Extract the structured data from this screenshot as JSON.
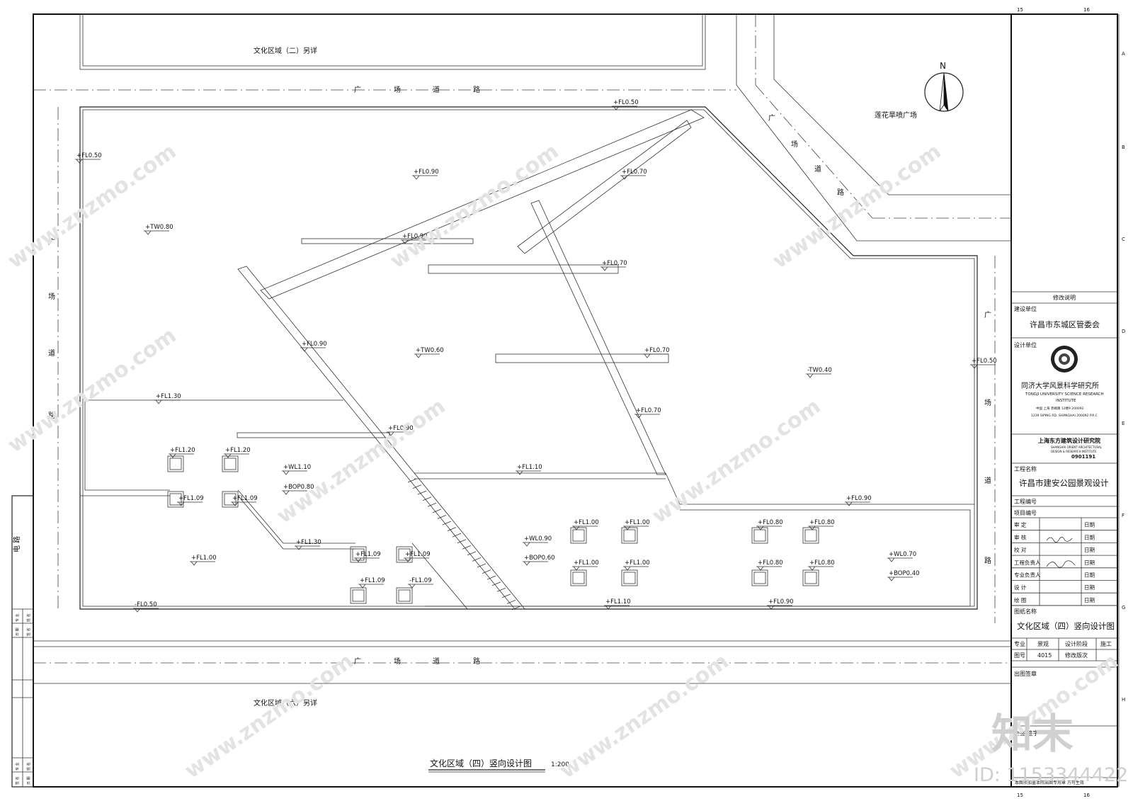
{
  "drawing": {
    "title": "文化区域（四）竖向设计图",
    "scale": "1:200",
    "north": "N"
  },
  "areas": {
    "top": "文化区域（二）另详",
    "bottom": "文化区域（六）另详",
    "lotus": "莲花旱喷广场"
  },
  "roads": {
    "top": [
      "广",
      "场",
      "道",
      "路"
    ],
    "bottom": [
      "广",
      "场",
      "道",
      "路"
    ],
    "left": [
      "广",
      "场",
      "道",
      "路"
    ],
    "right": [
      "广",
      "场",
      "道",
      "路"
    ],
    "diag": [
      "广",
      "场",
      "道",
      "路"
    ]
  },
  "elevations": [
    "+FL0.50",
    "+FL0.50",
    "+FL0.90",
    "+FL0.70",
    "+TW0.80",
    "+FL0.90",
    "+FL0.70",
    "+FL0.90",
    "+TW0.60",
    "+FL0.70",
    "-TW0.40",
    "+FL0.50",
    "+FL1.30",
    "+FL0.70",
    "+FL0.90",
    "+FL1.20",
    "+FL1.20",
    "+WL1.10",
    "+FL1.10",
    "+BOP0.80",
    "+FL1.09",
    "+FL1.09",
    "+FL0.90",
    "+FL1.30",
    "+FL1.09",
    "+FL1.09",
    "+FL1.00",
    "+FL1.00",
    "+FL0.80",
    "+FL0.80",
    "+WL0.90",
    "+BOP0.60",
    "+FL1.00",
    "+FL1.00",
    "+FL0.80",
    "+FL0.80",
    "+WL0.70",
    "+BOP0.40",
    "+FL1.09",
    "-FL1.09",
    "+FL1.00",
    "-FL0.50",
    "+FL1.10",
    "+FL0.90"
  ],
  "title_block": {
    "revision": "修改说明",
    "owner_label": "建设单位",
    "owner": "许昌市东城区管委会",
    "designer_label": "设计单位",
    "institute_cn": "同济大学风景科学研究所",
    "institute_en1": "TONGJI UNIVERSITY SCIENCE RESEARCH",
    "institute_en2": "INSTITUTE",
    "institute_addr1": "中国 上海 赤峰路 12楼9 200092",
    "institute_addr2": "1239 SIPING RD. SHANGHAI 200092 P.R.C",
    "partner_cn": "上海东方建筑设计研究院",
    "partner_en1": "SHANGHAI ORIENT ARCHITECTURAL",
    "partner_en2": "DESIGN & RESEARCH INSTITUTE",
    "partner_cert": "0901191",
    "project_label": "工程名称",
    "project": "许昌市建安公园景观设计",
    "project_no_label": "工程编号",
    "item_no_label": "项目编号",
    "roles": [
      "审 定",
      "审 核",
      "校 对",
      "工程负责人",
      "专业负责人",
      "设 计",
      "绘 图"
    ],
    "date_label": "日期",
    "drawing_name_label": "图纸名称",
    "drawing_name": "文化区域（四）竖向设计图",
    "discipline_label": "专业",
    "discipline": "景观",
    "phase_label": "设计阶段",
    "phase": "施工",
    "sheet_no_label": "图号",
    "sheet_no": "4015",
    "rev_count_label": "修改版次",
    "stamp_label": "出图签章",
    "approval_label": "会签 签字",
    "note": "本图须加盖本院出图专用章 方可生效",
    "grid_top": [
      "15",
      "16"
    ],
    "grid_side": [
      "A",
      "B",
      "C",
      "D",
      "E",
      "F",
      "G",
      "H"
    ]
  },
  "left_strip": {
    "main": "电 路",
    "small": [
      "专 业",
      "姓 名",
      "日 期",
      "签 名",
      "专 业",
      "姓 名",
      "签 名",
      "日 期"
    ]
  },
  "watermark": {
    "site": "www.znzmo.com",
    "brand": "知末",
    "id": "ID: 1153344422"
  }
}
